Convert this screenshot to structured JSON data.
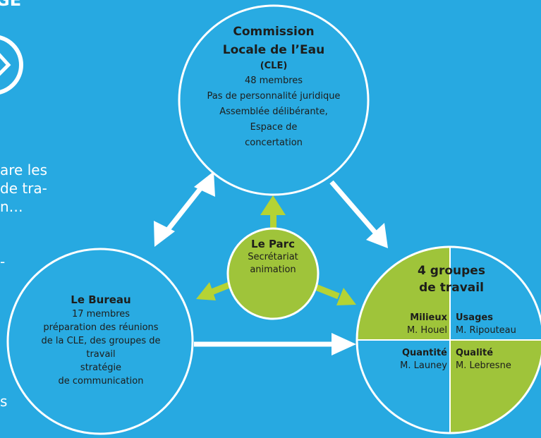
{
  "left_fragment": {
    "title_fragment": "GE",
    "lines": [
      "are les",
      "de tra-",
      "n…",
      "-",
      "s"
    ]
  },
  "cle": {
    "title_line1": "Commission",
    "title_line2": "Locale de l’Eau",
    "subtitle": "(CLE)",
    "lines": [
      "48 membres",
      "Pas de personnalité juridique",
      "Assemblée délibérante,",
      "Espace de",
      "concertation"
    ]
  },
  "parc": {
    "title": "Le Parc",
    "lines": [
      "Secrétariat",
      "animation"
    ]
  },
  "bureau": {
    "title": "Le Bureau",
    "lines": [
      "17 membres",
      "préparation des réunions",
      "de la CLE, des groupes de",
      "travail",
      "stratégie",
      "de communication"
    ]
  },
  "groups": {
    "title_line1": "4 groupes",
    "title_line2": "de travail",
    "quadrants": [
      {
        "name": "Milieux",
        "person": "M. Houel"
      },
      {
        "name": "Usages",
        "person": "M. Ripouteau"
      },
      {
        "name": "Quantité",
        "person": "M. Launey"
      },
      {
        "name": "Qualité",
        "person": "M. Lebresne"
      }
    ]
  },
  "colors": {
    "background": "#27a9e1",
    "circle_blue": "#29abe2",
    "circle_green": "#9fc43a",
    "arrow_green": "#b5d334",
    "white": "#ffffff"
  }
}
